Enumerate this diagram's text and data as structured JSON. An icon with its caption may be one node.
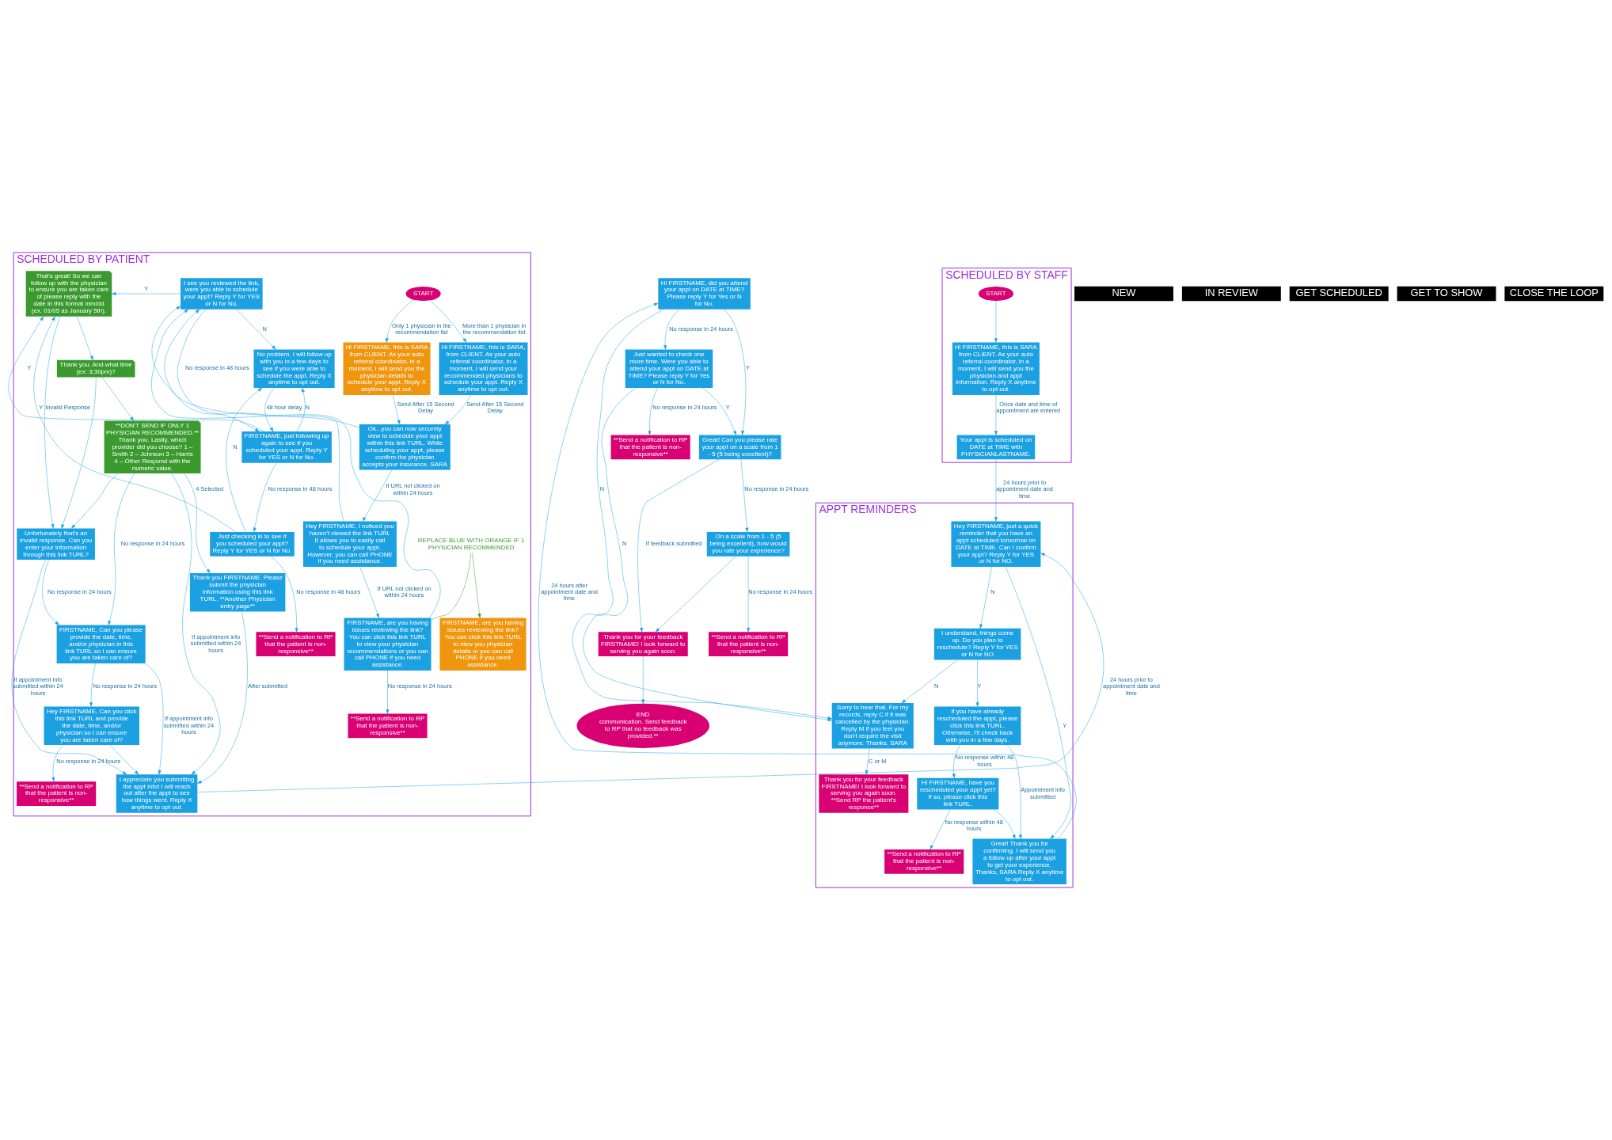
{
  "diagram": {
    "nodes": [
      {
        "text": [
          "SCHEDULED BY PATIENT"
        ]
      },
      {
        "text": [
          "START"
        ],
        "in": 0
      },
      {
        "text": [
          "Hi FIRSTNAME, this is SARA, from CLIENT. As your auto referral coordinator, in a moment, I will send your recommended physicians to schedule your appt. Reply X anytime to opt out."
        ],
        "in": 0
      },
      {
        "text": [
          "Hi FIRSTNAME, this is SARA from CLIENT. As your auto referral coordinator, in a moment, I will send you the physician details to schedule your appt. Reply X anytime to opt out."
        ],
        "in": 0
      },
      {
        "text": [
          "Ok...you can now securely view to schedule your appt within this link TURL. While scheduling your appt, please confirm the physician accepts your insurance. SARA"
        ],
        "in": 0
      },
      {
        "text": [
          "Hey FIRSTNAME, I noticed you haven't viewed the link TURL It allows you to easily call to schedule your appt. However, you can call PHONE if you need assistance."
        ],
        "in": 0
      },
      {
        "text": [
          "FIRSTNAME, are you having issues reviewing the link? You can click this link TURL to view your physician recommendations or you can call PHONE if you need assistance."
        ],
        "in": 0
      },
      {
        "text": [
          "FIRSTNAME, are you having issues reviewing the link? You can click this link TURL to view you physician details or you can call PHONE if you need assistance."
        ],
        "in": 0
      },
      {
        "text": [
          "REPLACE BLUE WITH ORANGE IF 1 PHYSICIAN RECOMMENDED"
        ],
        "in": 0
      },
      {
        "text": [
          "**Send a notification to RP that the patient is non-responsive**"
        ],
        "in": 0
      },
      {
        "text": [
          "I see you reviewed the link, were you able to schedule your appt? Reply Y for YES or N for No."
        ],
        "in": 0
      },
      {
        "text": [
          "No problem. I will follow up with you in a few days to see if you were able to schedule the appt. Reply X anytime to opt out."
        ],
        "in": 0
      },
      {
        "text": [
          "FIRSTNAME, just following up again to see if you scheduled your appt. Reply Y for YES or N for No."
        ],
        "in": 0
      },
      {
        "text": [
          "Just checking in to see if you scheduled your appt? Reply Y for YES or N for No."
        ],
        "in": 0
      },
      {
        "text": [
          "**Send a notification to RP that the patient is non-responsive**"
        ],
        "in": 0
      },
      {
        "text": [
          "That's great! So we can follow up with the physician to ensure you are taken care of please reply with the date in this format mm/dd (ex. 01/05 as January 5th)."
        ],
        "in": 0
      },
      {
        "text": [
          "Thank you. And what time (ex: 3:30pm)?"
        ],
        "in": 0
      },
      {
        "text": [
          "**DON'T SEND IF ONLY 1 PHYSICIAN RECOMMENDED.**",
          "Thank you. Lastly, which provider did you choose? 1 – Smith 2 – Johnson 3 – Harris 4 – Other Respond with the numeric value."
        ],
        "in": 0
      },
      {
        "text": [
          "Thank you FIRSTNAME. Please submit the physician information using this link TURL. **Another Physician entry page**"
        ],
        "in": 0
      },
      {
        "text": [
          "Unfortunately that's an invalid response. Can you enter your information through this link TURL?"
        ],
        "in": 0
      },
      {
        "text": [
          "FIRSTNAME, Can you please provide the date, time, and/or physician in this link TURL so I can ensure you are taken care of?"
        ],
        "in": 0
      },
      {
        "text": [
          "Hey FIRSTNAME, Can you click this link TURL and provide the date, time, and/or physician so I can ensure you are taken care of?"
        ],
        "in": 0
      },
      {
        "text": [
          "**Send a notification to RP that the patient is non-responsive**"
        ],
        "in": 0
      },
      {
        "text": [
          "I appreciate you submitting the appt info! I will reach out after the appt to see how things went. Reply X anytime to opt out."
        ],
        "in": 0
      },
      {
        "text": [
          "APPT REMINDERS"
        ]
      },
      {
        "text": [
          "Hey FIRSTNAME, just a quick reminder that you have an appt scheduled tomorrow on DATE at TIME. Can I confirm your appt? Reply Y for YES or N for NO."
        ],
        "in": 24
      },
      {
        "text": [
          "I understand, things come up. Do you plan to reschedule? Reply Y for YES or N for NO"
        ],
        "in": 24
      },
      {
        "text": [
          "Sorry to hear that. For my records, reply C if it was cancelled by the physician. Reply M if you feel you don't require the visit anymore. Thanks, SARA"
        ],
        "in": 24
      },
      {
        "text": [
          "If you have already rescheduled the appt, please click this link TURL. Otherwise, I'll check back with you in a few days."
        ],
        "in": 24
      },
      {
        "text": [
          "Thank you for your feedback FIRSTNAME! I look forward to serving you again soon. **Send RP the patient's response**"
        ],
        "in": 24
      },
      {
        "text": [
          "Hi FIRSTNAME, have you rescheduled your appt yet? If so, please click this link TURL."
        ],
        "in": 24
      },
      {
        "text": [
          "Great! Thank you for confirming. I will send you a follow up after your appt to get your experience. Thanks, SARA Reply X anytime to opt out."
        ],
        "in": 24
      },
      {
        "text": [
          "**Send a notification to RP that the patient is non-responsive**"
        ],
        "in": 24
      },
      {
        "text": [
          "SCHEDULED BY STAFF"
        ]
      },
      {
        "text": [
          "START"
        ],
        "in": 33
      },
      {
        "text": [
          "Hi FIRSTNAME, this is SARA from CLIENT. As your auto referral coordinator, in a moment, I will send you the physician and appt information. Reply X anytime to opt out."
        ],
        "in": 33
      },
      {
        "text": [
          "Your appt is scheduled on DATE at TIME with PHYSICIANLASTNAME."
        ],
        "in": 33
      },
      {
        "text": [
          "Hi FIRSTNAME, did you attend your appt on DATE at TIME? Please reply Y for Yes or N for No."
        ]
      },
      {
        "text": [
          "Just wanted to check one more time. Were you able to attend your appt on DATE at TIME? Please reply Y for Yes or N for No."
        ]
      },
      {
        "text": [
          "**Send a notification to RP that the patient is non-responsive**"
        ]
      },
      {
        "text": [
          "Great! Can you please rate your appt on a scale from 1 - 5 (5 being excellent)?"
        ]
      },
      {
        "text": [
          "On a scale from 1 - 5 (5 being excellent), how would you rate your experience?"
        ]
      },
      {
        "text": [
          "Thank you for your feedback FIRSTNAME! I look forward to serving you again soon."
        ]
      },
      {
        "text": [
          "**Send a notification to RP that the patient is non-responsive**"
        ]
      },
      {
        "text": [
          "END",
          "communication. Send feedback to RP that no feedback was provided.**"
        ]
      }
    ],
    "edges": [
      {
        "from": 1,
        "to": 2,
        "arrow": "to",
        "label": "More than 1 physician in the recommendation list"
      },
      {
        "from": 1,
        "to": 3,
        "arrow": "to",
        "label": "Only 1 physician in the recommendation list"
      },
      {
        "from": 2,
        "to": 4,
        "arrow": "to",
        "label": "Send After 15 Second Delay"
      },
      {
        "from": 3,
        "to": 4,
        "arrow": "to",
        "label": "Send After 15 Second Delay"
      },
      {
        "from": 4,
        "to": 5,
        "arrow": "to",
        "label": "If URL not clicked on within 24 hours"
      },
      {
        "from": 5,
        "to": 6,
        "arrow": "to",
        "label": "If URL not clicked on within 24 hours"
      },
      {
        "from": 6,
        "to": 9,
        "arrow": "to",
        "label": "No response in 24 hours"
      },
      {
        "from": 4,
        "to": 10,
        "arrow": "to"
      },
      {
        "from": 5,
        "to": 10,
        "arrow": "to"
      },
      {
        "from": 6,
        "to": 10,
        "arrow": "to"
      },
      {
        "from": 8,
        "to": 6,
        "arrow": "none",
        "color": "#3a9a2e"
      },
      {
        "from": 8,
        "to": 7,
        "arrow": "to",
        "color": "#3a9a2e"
      },
      {
        "from": 10,
        "to": 15,
        "arrow": "to",
        "label": "Y"
      },
      {
        "from": 10,
        "to": 11,
        "arrow": "to",
        "label": "N"
      },
      {
        "from": 10,
        "to": 12,
        "arrow": "to",
        "label": "No response in 48 hours"
      },
      {
        "from": 12,
        "to": 11,
        "arrow": "to",
        "label": "N"
      },
      {
        "from": 11,
        "to": 12,
        "arrow": "to",
        "label": "48 hour delay"
      },
      {
        "from": 12,
        "to": 15,
        "arrow": "to",
        "label": "Y"
      },
      {
        "from": 12,
        "to": 13,
        "arrow": "to",
        "label": "No response in 48 hours"
      },
      {
        "from": 13,
        "to": 15,
        "arrow": "to",
        "label": "Y"
      },
      {
        "from": 13,
        "to": 11,
        "arrow": "to",
        "label": "N"
      },
      {
        "from": 13,
        "to": 14,
        "arrow": "to",
        "label": "No response in 48 hours"
      },
      {
        "from": 15,
        "to": 16,
        "arrow": "to"
      },
      {
        "from": 16,
        "to": 17,
        "arrow": "to"
      },
      {
        "from": 15,
        "to": 19,
        "arrow": "to",
        "label": "Invalid Response"
      },
      {
        "from": 16,
        "to": 19,
        "arrow": "to"
      },
      {
        "from": 17,
        "to": 19,
        "arrow": "to"
      },
      {
        "from": 17,
        "to": 18,
        "arrow": "to",
        "label": "4 Selected"
      },
      {
        "from": 17,
        "to": 20,
        "arrow": "to",
        "label": "No response in 24 hours"
      },
      {
        "from": 17,
        "to": 23,
        "arrow": "to",
        "label": "If appointment info submitted within 24 hours"
      },
      {
        "from": 18,
        "to": 23,
        "arrow": "to",
        "label": "After submitted"
      },
      {
        "from": 19,
        "to": 20,
        "arrow": "to",
        "label": "No response in 24 hours"
      },
      {
        "from": 19,
        "to": 23,
        "arrow": "to",
        "label": "If appointment info submitted within 24 hours"
      },
      {
        "from": 20,
        "to": 21,
        "arrow": "to",
        "label": "No response in 24 hours"
      },
      {
        "from": 20,
        "to": 23,
        "arrow": "to",
        "label": "If appointment info submitted within 24 hours"
      },
      {
        "from": 21,
        "to": 23,
        "arrow": "to"
      },
      {
        "from": 21,
        "to": 22,
        "arrow": "to",
        "label": "No response in 24 hours"
      },
      {
        "from": 23,
        "to": 25,
        "arrow": "to",
        "label": "24 hours prior to appointment date and time"
      },
      {
        "from": 25,
        "to": 31,
        "arrow": "to",
        "label": "Y"
      },
      {
        "from": 25,
        "to": 26,
        "arrow": "to",
        "label": "N"
      },
      {
        "from": 26,
        "to": 28,
        "arrow": "to",
        "label": "Y"
      },
      {
        "from": 26,
        "to": 27,
        "arrow": "to",
        "label": "N"
      },
      {
        "from": 27,
        "to": 29,
        "arrow": "to",
        "label": "C or M"
      },
      {
        "from": 28,
        "to": 31,
        "arrow": "to",
        "label": "Appointment info submitted"
      },
      {
        "from": 30,
        "to": 31,
        "arrow": "to"
      },
      {
        "from": 28,
        "to": 30,
        "arrow": "to",
        "label": "No response within 48 hours"
      },
      {
        "from": 30,
        "to": 32,
        "arrow": "to",
        "label": "No response within 48 hours"
      },
      {
        "from": 34,
        "to": 35,
        "arrow": "to"
      },
      {
        "from": 35,
        "to": 36,
        "arrow": "to",
        "label": "Once date and time of appointment are entered"
      },
      {
        "from": 36,
        "to": 25,
        "arrow": "to",
        "label": "24 hours prior to appointment date and time"
      },
      {
        "from": 31,
        "to": 37,
        "arrow": "to",
        "label": "24 hours after appointment date and time"
      },
      {
        "from": 37,
        "to": 27,
        "arrow": "to",
        "label": "N"
      },
      {
        "from": 38,
        "to": 27,
        "arrow": "to",
        "label": "N"
      },
      {
        "from": 37,
        "to": 40,
        "arrow": "to",
        "label": "Y"
      },
      {
        "from": 37,
        "to": 38,
        "arrow": "to",
        "label": "No response in 24 hours"
      },
      {
        "from": 38,
        "to": 40,
        "arrow": "to",
        "label": "Y"
      },
      {
        "from": 38,
        "to": 39,
        "arrow": "to",
        "label": "No response in 24 hours"
      },
      {
        "from": 40,
        "to": 41,
        "arrow": "to",
        "label": "No response in 24 hours"
      },
      {
        "from": 40,
        "to": 42,
        "arrow": "to",
        "label": "If feedback submitted"
      },
      {
        "from": 41,
        "to": 42,
        "arrow": "to"
      },
      {
        "from": 41,
        "to": 43,
        "arrow": "to",
        "label": "No response in 24 hours"
      },
      {
        "from": 42,
        "to": 44,
        "arrow": "to"
      }
    ],
    "labels": [
      "NEW",
      "IN REVIEW",
      "GET SCHEDULED",
      "GET TO SHOW",
      "CLOSE THE LOOP"
    ]
  }
}
